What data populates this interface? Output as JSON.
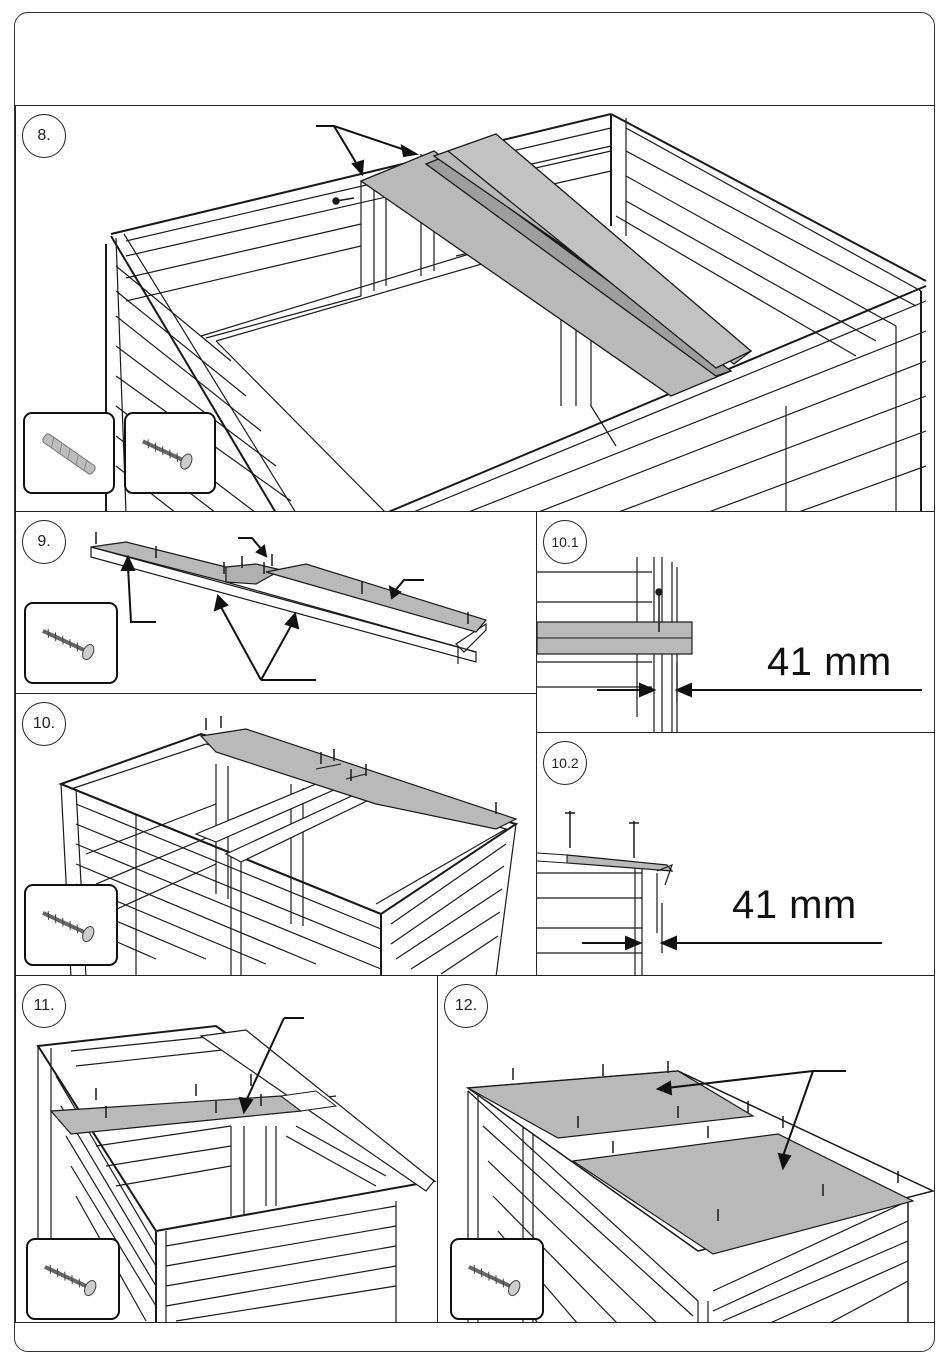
{
  "steps": {
    "s8": "8.",
    "s9": "9.",
    "s10_1": "10.1",
    "s10": "10.",
    "s10_2": "10.2",
    "s11": "11.",
    "s12": "12."
  },
  "measurements": {
    "m10_1": "41 mm",
    "m10_2": "41 mm"
  },
  "hardware": {
    "s8": [
      "wall-plug-icon",
      "screw-icon"
    ],
    "s9": [
      "screw-icon"
    ],
    "s10": [
      "screw-icon"
    ],
    "s11": [
      "screw-icon"
    ],
    "s12": [
      "screw-icon"
    ]
  },
  "colors": {
    "board": "#b9b9b9",
    "line": "#1a1a1a",
    "highlight": "#a8a8a8"
  }
}
